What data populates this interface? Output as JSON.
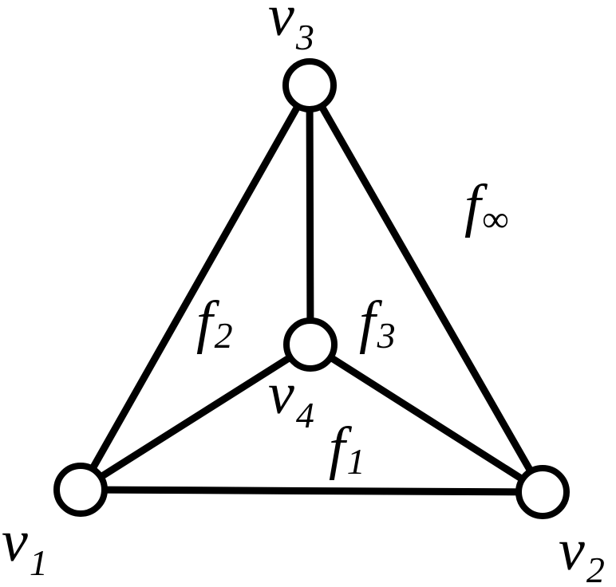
{
  "colors": {
    "stroke": "#000000",
    "background": "#ffffff",
    "node_fill": "#ffffff"
  },
  "vertices": [
    {
      "id": "v1",
      "letter": "v",
      "index": "1"
    },
    {
      "id": "v2",
      "letter": "v",
      "index": "2"
    },
    {
      "id": "v3",
      "letter": "v",
      "index": "3"
    },
    {
      "id": "v4",
      "letter": "v",
      "index": "4"
    }
  ],
  "edges": [
    {
      "from": "v1",
      "to": "v2"
    },
    {
      "from": "v1",
      "to": "v3"
    },
    {
      "from": "v2",
      "to": "v3"
    },
    {
      "from": "v1",
      "to": "v4"
    },
    {
      "from": "v2",
      "to": "v4"
    },
    {
      "from": "v3",
      "to": "v4"
    }
  ],
  "faces": [
    {
      "id": "f1",
      "letter": "f",
      "index": "1"
    },
    {
      "id": "f2",
      "letter": "f",
      "index": "2"
    },
    {
      "id": "f3",
      "letter": "f",
      "index": "3"
    },
    {
      "id": "f_inf",
      "letter": "f",
      "index": "∞"
    }
  ]
}
